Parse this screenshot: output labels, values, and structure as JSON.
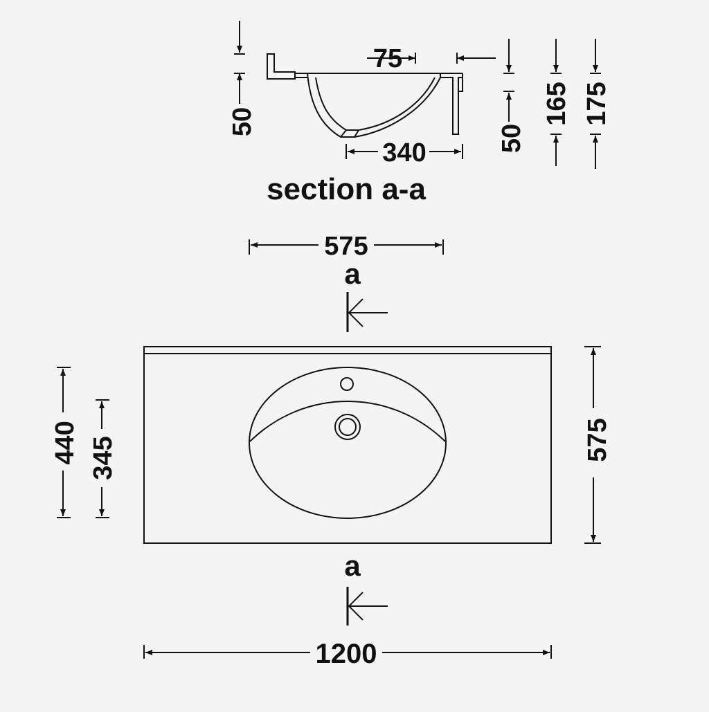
{
  "section": {
    "title": "section a-a",
    "dim_top_width": "75",
    "dim_bowl_width": "340",
    "dim_left_height": "50",
    "dim_right_height": "50",
    "dim_total_165": "165",
    "dim_total_175": "175"
  },
  "plan": {
    "dim_top_depth": "575",
    "dim_right_depth": "575",
    "dim_width": "1200",
    "dim_440": "440",
    "dim_345": "345",
    "cut_label_top": "a",
    "cut_label_bottom": "a"
  }
}
